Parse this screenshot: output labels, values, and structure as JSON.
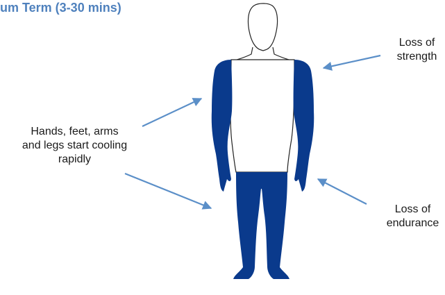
{
  "slide": {
    "title": "um Term (3-30 mins)"
  },
  "annotations": {
    "hands": {
      "line1": "Hands, feet, arms",
      "line2": "and legs start cooling",
      "line3": "rapidly"
    },
    "strength": {
      "line1": "Loss of",
      "line2": "strength"
    },
    "endurance": {
      "line1": "Loss of",
      "line2": "endurance"
    }
  },
  "colors": {
    "title": "#4f81bd",
    "body_fill": "#0a3a8c",
    "arrow": "#5b8fc8"
  }
}
